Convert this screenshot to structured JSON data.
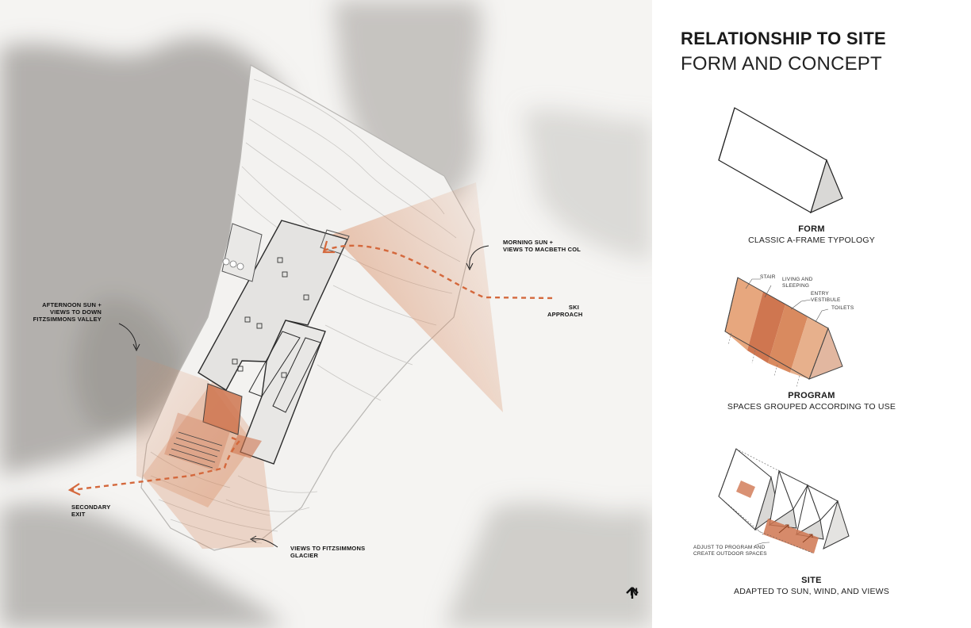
{
  "site_labels": {
    "morning": "MORNING SUN +\nVIEWS TO MACBETH COL",
    "ski": "SKI\nAPPROACH",
    "afternoon": "AFTERNOON SUN +\nVIEWS TO DOWN\nFITZSIMMONS VALLEY",
    "secondary": "SECONDARY\nEXIT",
    "glacier": "VIEWS TO FITZSIMMONS\nGLACIER"
  },
  "north_letter": "N",
  "title": "RELATIONSHIP TO SITE",
  "subtitle": "FORM AND CONCEPT",
  "form": {
    "heading": "FORM",
    "desc": "CLASSIC A-FRAME TYPOLOGY"
  },
  "program": {
    "heading": "PROGRAM",
    "desc": "SPACES GROUPED ACCORDING TO USE",
    "labels": {
      "stair": "STAIR",
      "living": "LIVING AND\nSLEEPING",
      "entry": "ENTRY\nVESTIBULE",
      "toilets": "TOILETS"
    }
  },
  "site": {
    "heading": "SITE",
    "desc": "ADAPTED TO SUN, WIND, AND VIEWS",
    "note": "ADJUST TO PROGRAM AND\nCREATE OUTDOOR SPACES"
  },
  "colors": {
    "accent": "#d4683c",
    "fill_light": "#e7a77e",
    "fill_mid": "#d98a5f",
    "fill_dark": "#cf7650"
  }
}
